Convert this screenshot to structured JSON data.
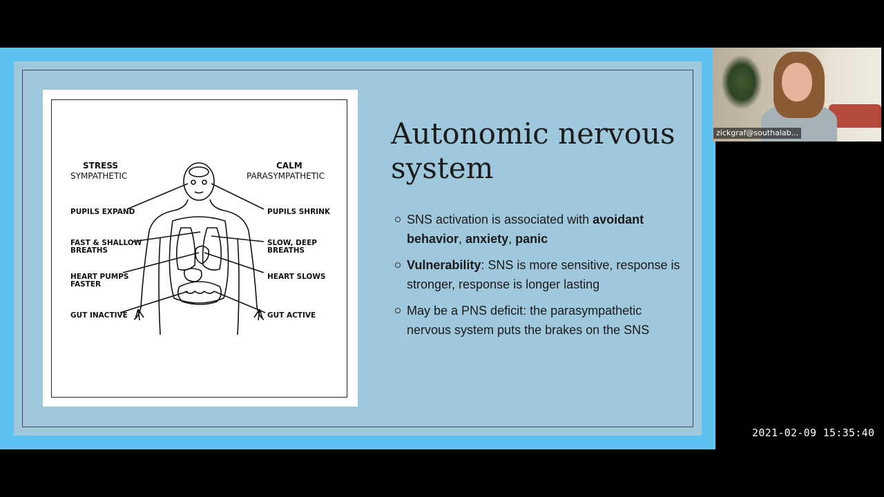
{
  "slide": {
    "title": "Autonomic nervous system",
    "bullets": [
      {
        "parts": [
          {
            "text": "SNS activation is associated with ",
            "bold": false
          },
          {
            "text": "avoidant behavior",
            "bold": true
          },
          {
            "text": ", ",
            "bold": false
          },
          {
            "text": "anxiety",
            "bold": true
          },
          {
            "text": ", ",
            "bold": false
          },
          {
            "text": "panic",
            "bold": true
          }
        ]
      },
      {
        "parts": [
          {
            "text": "Vulnerability",
            "bold": true
          },
          {
            "text": ":  SNS is more sensitive, response is stronger, response is longer lasting",
            "bold": false
          }
        ]
      },
      {
        "parts": [
          {
            "text": "May be a PNS deficit: the parasympathetic nervous system puts the brakes on the SNS",
            "bold": false
          }
        ]
      }
    ],
    "figure": {
      "left_heading": "STRESS",
      "left_subheading": "SYMPATHETIC",
      "right_heading": "CALM",
      "right_subheading": "PARASYMPATHETIC",
      "left_labels": [
        "PUPILS EXPAND",
        "FAST & SHALLOW\nBREATHS",
        "HEART PUMPS\nFASTER",
        "GUT INACTIVE"
      ],
      "right_labels": [
        "PUPILS SHRINK",
        "SLOW, DEEP\nBREATHS",
        "HEART SLOWS",
        "GUT ACTIVE"
      ]
    }
  },
  "video": {
    "participant_name": "zickgraf@southalab..."
  },
  "timestamp": "2021-02-09 15:35:40"
}
